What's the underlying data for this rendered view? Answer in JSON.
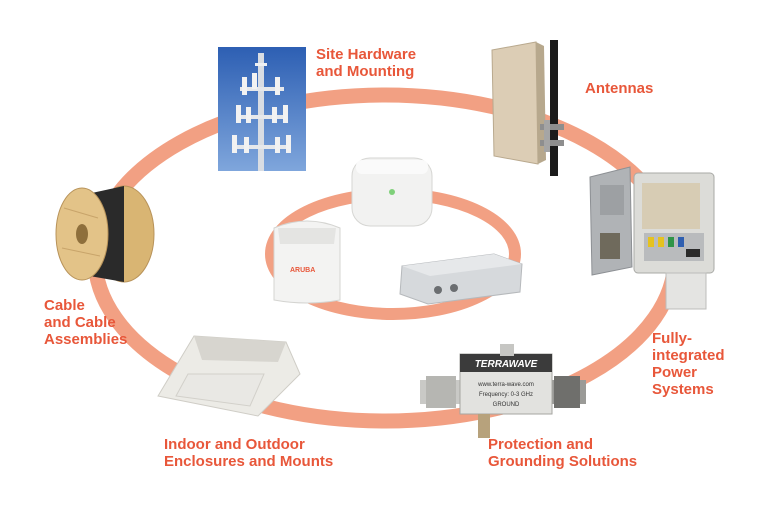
{
  "categories": [
    {
      "id": "site",
      "lines": [
        "Site Hardware",
        "and Mounting"
      ]
    },
    {
      "id": "antennas",
      "lines": [
        "Antennas"
      ]
    },
    {
      "id": "power",
      "lines": [
        "Fully-",
        "integrated",
        "Power",
        "Systems"
      ]
    },
    {
      "id": "protection",
      "lines": [
        "Protection and",
        "Grounding Solutions"
      ]
    },
    {
      "id": "enclosures",
      "lines": [
        "Indoor and Outdoor",
        "Enclosures and Mounts"
      ]
    },
    {
      "id": "cable",
      "lines": [
        "Cable",
        "and Cable",
        "Assemblies"
      ]
    }
  ],
  "arrester_text": {
    "brand": "TERRAWAVE",
    "url": "www.terra-wave.com",
    "frequency": "Frequency: 0-3 GHz",
    "ground": "GROUND"
  },
  "ap_text": {
    "brand": "ARUBA"
  },
  "colors": {
    "ring": "#f2a083",
    "label": "#e8573a",
    "sky": "#3d6fbf"
  }
}
